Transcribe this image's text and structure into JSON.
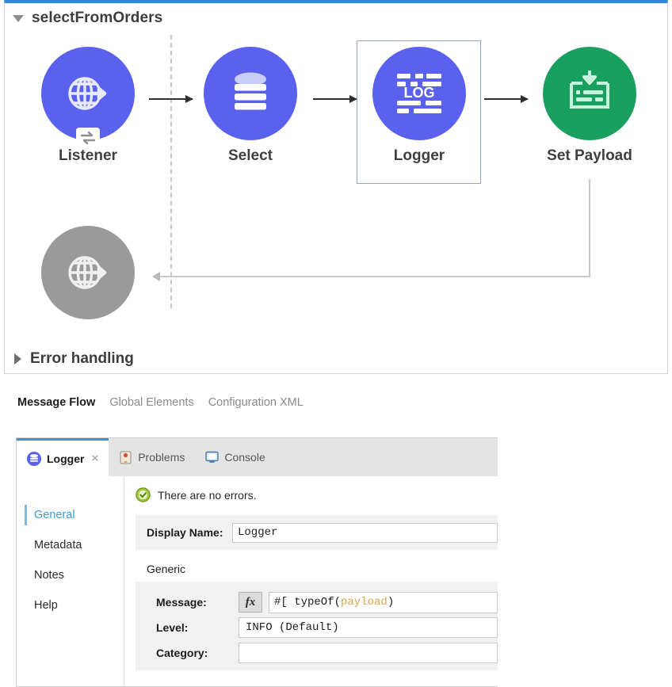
{
  "canvas": {
    "flow_name": "selectFromOrders",
    "collapse_toggle": "triangle-down",
    "error_handling_label": "Error handling",
    "error_handling_toggle": "triangle-right",
    "accent_top_color": "#2f89d4",
    "nodes": [
      {
        "id": "listener",
        "label": "Listener",
        "icon": "globe-arrow-icon",
        "color": "#5b61ef",
        "selected": false,
        "badge": "exchange-icon"
      },
      {
        "id": "select",
        "label": "Select",
        "icon": "database-icon",
        "color": "#5b61ef",
        "selected": false
      },
      {
        "id": "logger",
        "label": "Logger",
        "icon": "log-icon",
        "color": "#5b61ef",
        "selected": true
      },
      {
        "id": "set-payload",
        "label": "Set Payload",
        "icon": "set-payload-icon",
        "color": "#1aa05e",
        "selected": false
      },
      {
        "id": "response",
        "label": "",
        "icon": "globe-arrow-icon",
        "color": "#9a9a9a",
        "selected": false
      }
    ]
  },
  "editor_tabs": [
    {
      "label": "Message Flow",
      "active": true
    },
    {
      "label": "Global Elements",
      "active": false
    },
    {
      "label": "Configuration XML",
      "active": false
    }
  ],
  "view_tabs": [
    {
      "label": "Logger",
      "icon": "logger-icon",
      "active": true,
      "closable": true,
      "close_glyph": "×"
    },
    {
      "label": "Problems",
      "icon": "problems-icon",
      "active": false,
      "closable": false
    },
    {
      "label": "Console",
      "icon": "console-icon",
      "active": false,
      "closable": false
    }
  ],
  "properties": {
    "sidebar": [
      {
        "label": "General",
        "active": true
      },
      {
        "label": "Metadata",
        "active": false
      },
      {
        "label": "Notes",
        "active": false
      },
      {
        "label": "Help",
        "active": false
      }
    ],
    "status": {
      "icon": "ok-check-icon",
      "text": "There are no errors."
    },
    "display_name": {
      "label": "Display Name:",
      "value": "Logger"
    },
    "group_title": "Generic",
    "message": {
      "label": "Message:",
      "fx_label": "fx",
      "expr_prefix": "#[ typeOf(",
      "expr_var": "payload",
      "expr_suffix": ")"
    },
    "level": {
      "label": "Level:",
      "value": "INFO (Default)"
    },
    "category": {
      "label": "Category:",
      "value": ""
    }
  }
}
